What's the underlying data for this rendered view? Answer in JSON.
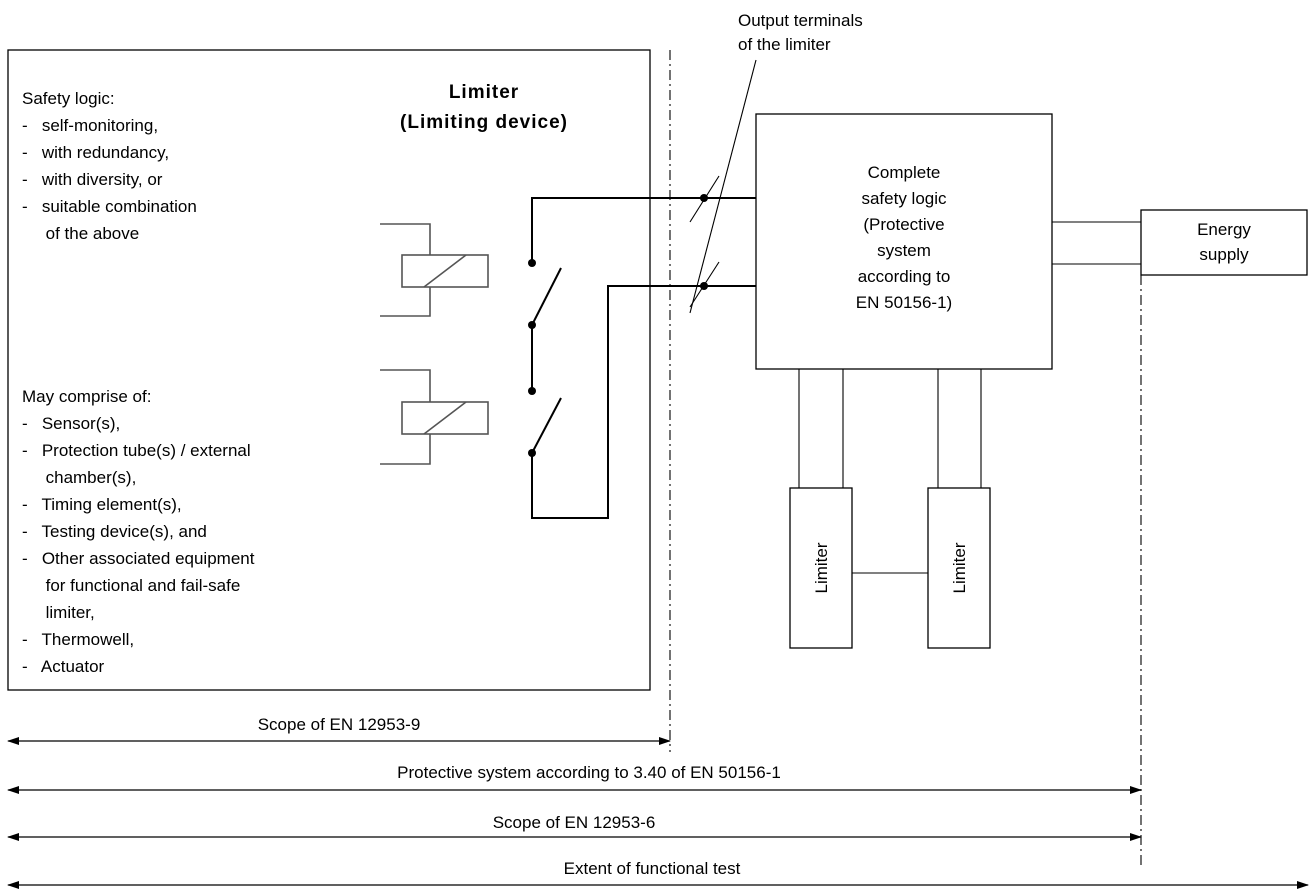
{
  "output_terminals": [
    "Output terminals",
    "of the limiter"
  ],
  "limiter_title": [
    "Limiter",
    "(Limiting device)"
  ],
  "safety_logic": [
    "Safety logic:",
    "-   self-monitoring,",
    "-   with redundancy,",
    "-   with diversity, or",
    "-   suitable combination",
    "     of the above"
  ],
  "comprise": [
    "May comprise of:",
    "-   Sensor(s),",
    "-   Protection tube(s) / external",
    "     chamber(s),",
    "-   Timing element(s),",
    "-   Testing device(s), and",
    "-   Other associated equipment",
    "     for functional and fail-safe",
    "     limiter,",
    "-   Thermowell,",
    "-   Actuator"
  ],
  "complete_logic": [
    "Complete",
    "safety logic",
    "(Protective",
    "system",
    "according to",
    "EN 50156-1)"
  ],
  "energy_supply": [
    "Energy",
    "supply"
  ],
  "limiter_labels": [
    "Limiter",
    "Limiter"
  ],
  "scopes": [
    "Scope of EN 12953-9",
    "Protective system according to 3.40 of EN 50156-1",
    "Scope of EN 12953-6",
    "Extent of functional test"
  ]
}
